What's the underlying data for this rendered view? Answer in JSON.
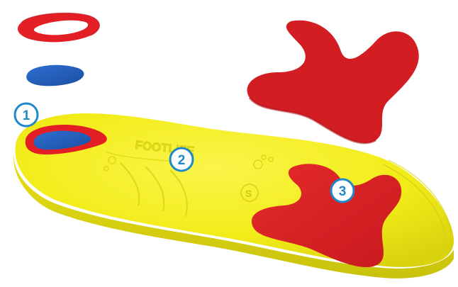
{
  "product": {
    "brand_stamp": "FOOTLIFE",
    "size_stamp": "S"
  },
  "callouts": [
    {
      "number": "1",
      "part": "heel-cushion"
    },
    {
      "number": "2",
      "part": "arch-support-shell"
    },
    {
      "number": "3",
      "part": "forefoot-pad"
    }
  ],
  "colors": {
    "shell_yellow": "#F2EC19",
    "shell_shadow": "#D9D20F",
    "ring_red": "#E31E24",
    "forefoot_red": "#D21E23",
    "gel_blue": "#1E5BB8",
    "callout_blue": "#1E88C8",
    "background": "#FFFFFF"
  }
}
